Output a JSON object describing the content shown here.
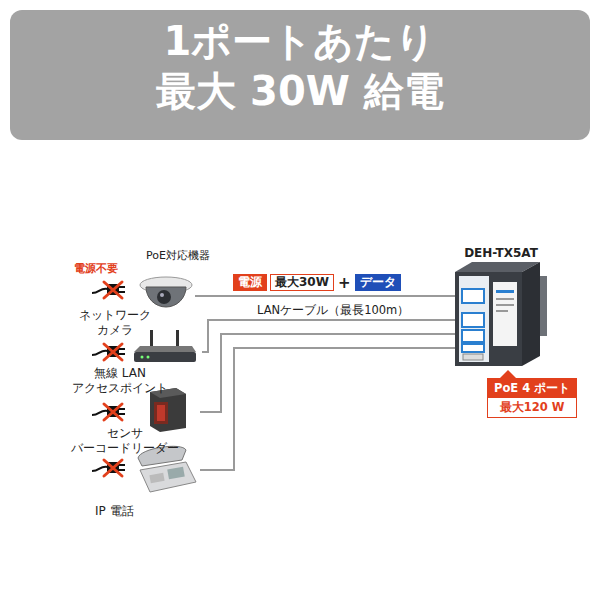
{
  "diagram": {
    "title": "1ポートあたり 最大 30W 給電",
    "nodes": [
      {
        "text": [
          "ネットワーク カメラ"
        ]
      },
      {
        "text": [
          "無線 LAN アクセスポイント"
        ]
      },
      {
        "text": [
          "センサ バーコードリーダー"
        ]
      },
      {
        "text": [
          "IP 電話"
        ]
      },
      {
        "text": [
          "DEH-TX5AT"
        ]
      }
    ],
    "edges": [
      {
        "from": 0,
        "to": 4,
        "arrow": "none"
      },
      {
        "from": 1,
        "to": 4,
        "arrow": "none"
      },
      {
        "from": 2,
        "to": 4,
        "arrow": "none"
      },
      {
        "from": 3,
        "to": 4,
        "arrow": "none"
      }
    ],
    "labels": [
      "電源不要",
      "PoE対応機器",
      "電源",
      "最大30W",
      "+",
      "データ",
      "LANケーブル（最長100m）",
      "PoE 4 ポート",
      "最大120 W"
    ]
  }
}
